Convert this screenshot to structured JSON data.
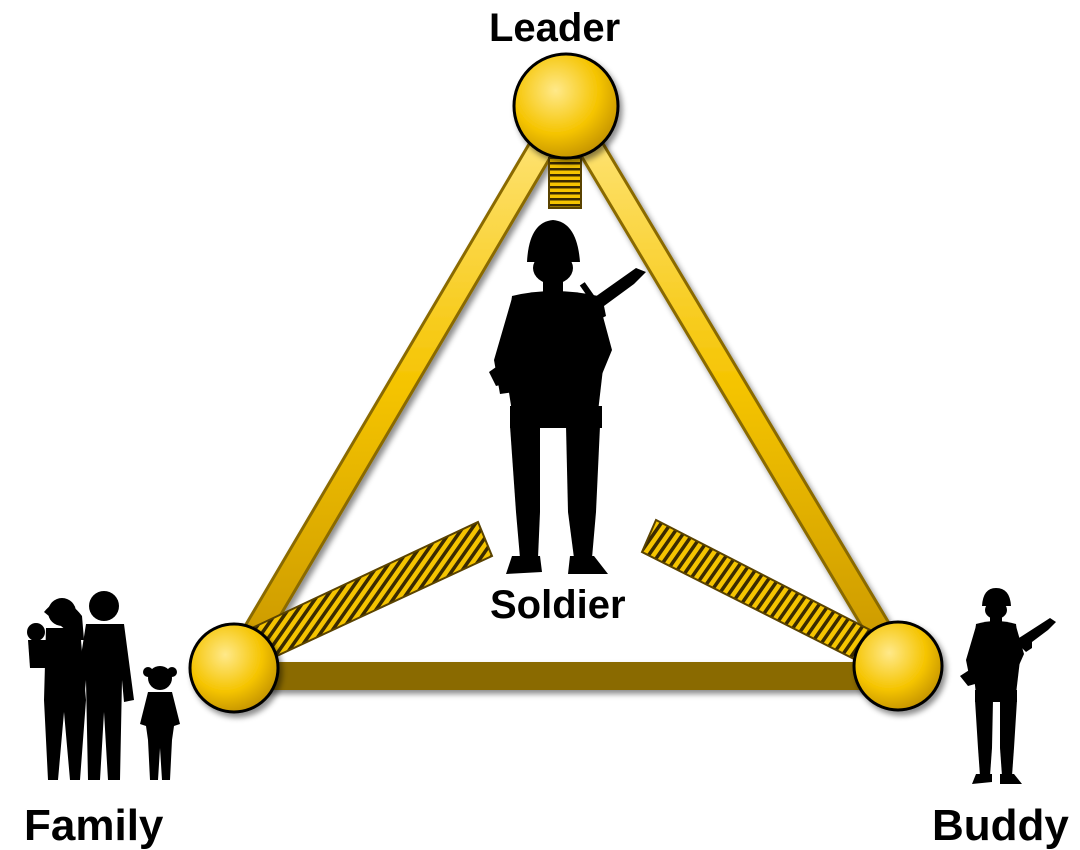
{
  "labels": {
    "leader": "Leader",
    "soldier": "Soldier",
    "family": "Family",
    "buddy": "Buddy"
  },
  "colors": {
    "frame": "#F5C400",
    "frame_dark": "#B8860B",
    "frame_light": "#FFE680",
    "silhouette": "#000000",
    "stripe_dark": "#3a2a00"
  },
  "icons": {
    "center": "soldier-with-rifle-silhouette",
    "left": "family-silhouette",
    "right": "buddy-soldier-silhouette"
  }
}
